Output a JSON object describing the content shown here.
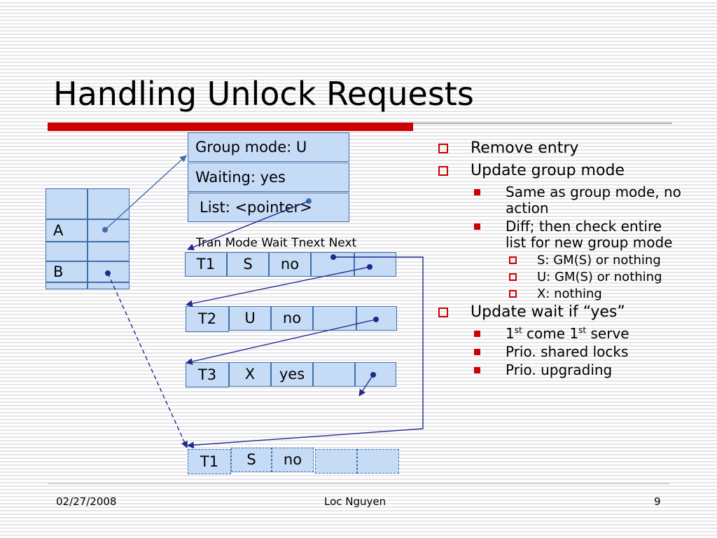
{
  "title": "Handling Unlock Requests",
  "colors": {
    "accent_red": "#cc0000",
    "box_fill": "#c6dcf6",
    "box_border": "#3f6ea8",
    "arrow": "#1f2a8c"
  },
  "lock_header": {
    "group_mode": "Group mode: U",
    "waiting": "Waiting: yes",
    "list": "List: <pointer>"
  },
  "lock_table": {
    "rows": [
      "A",
      "B"
    ]
  },
  "column_headers": "Tran Mode Wait Tnext Next",
  "entries": [
    {
      "tran": "T1",
      "mode": "S",
      "wait": "no"
    },
    {
      "tran": "T2",
      "mode": "U",
      "wait": "no"
    },
    {
      "tran": "T3",
      "mode": "X",
      "wait": "yes"
    },
    {
      "tran": "T1",
      "mode": "S",
      "wait": "no"
    }
  ],
  "bullets": {
    "remove_entry": "Remove entry",
    "update_group_mode": "Update group mode",
    "same_as_group": "Same as group mode, no action",
    "diff_then_check": "Diff; then check entire list for new group mode",
    "s_rule": "S: GM(S) or nothing",
    "u_rule": "U: GM(S) or nothing",
    "x_rule": "X: nothing",
    "update_wait": "Update wait if “yes”",
    "first_come_prefix": "1",
    "first_come_sup1": "st",
    "first_come_mid": " come 1",
    "first_come_sup2": "st",
    "first_come_suffix": " serve",
    "prio_shared": "Prio. shared locks",
    "prio_upgrading": "Prio. upgrading"
  },
  "footer": {
    "date": "02/27/2008",
    "author": "Loc Nguyen",
    "page": "9"
  }
}
